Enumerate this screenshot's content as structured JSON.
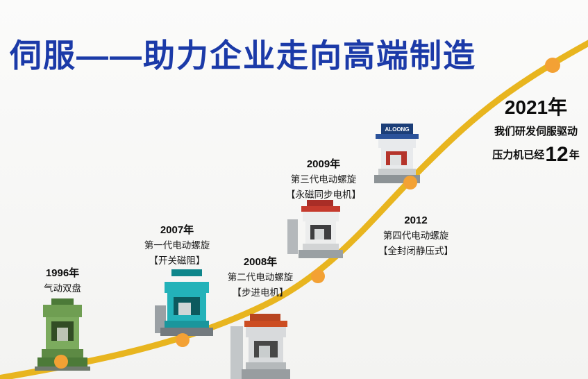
{
  "title": "伺服——助力企业走向高端制造",
  "colors": {
    "title": "#1b3aa8",
    "curve": "#e8b51f",
    "dot": "#f3a134",
    "background": "#f4f4f2"
  },
  "milestones": [
    {
      "year": "1996年",
      "name": "气动双盘",
      "detail": ""
    },
    {
      "year": "2007年",
      "name": "第一代电动螺旋",
      "detail": "【开关磁阻】"
    },
    {
      "year": "2008年",
      "name": "第二代电动螺旋",
      "detail": "【步进电机】"
    },
    {
      "year": "2009年",
      "name": "第三代电动螺旋",
      "detail": "【永磁同步电机】"
    },
    {
      "year": "2012",
      "name": "第四代电动螺旋",
      "detail": "【全封闭静压式】"
    }
  ],
  "milestone_2021": {
    "year": "2021年",
    "line1": "我们研发伺服驱动",
    "line2_prefix": "压力机已经",
    "line2_number": "12",
    "line2_suffix": "年"
  },
  "machines": [
    {
      "id": "press-1996",
      "color": "#7cab5e"
    },
    {
      "id": "press-2007",
      "color": "#23b2b9"
    },
    {
      "id": "press-2008",
      "color": "#cc4d22"
    },
    {
      "id": "press-2009",
      "color": "#c53a2d"
    },
    {
      "id": "press-2012",
      "color": "#1c3e78",
      "logo": "ALOONG"
    }
  ]
}
